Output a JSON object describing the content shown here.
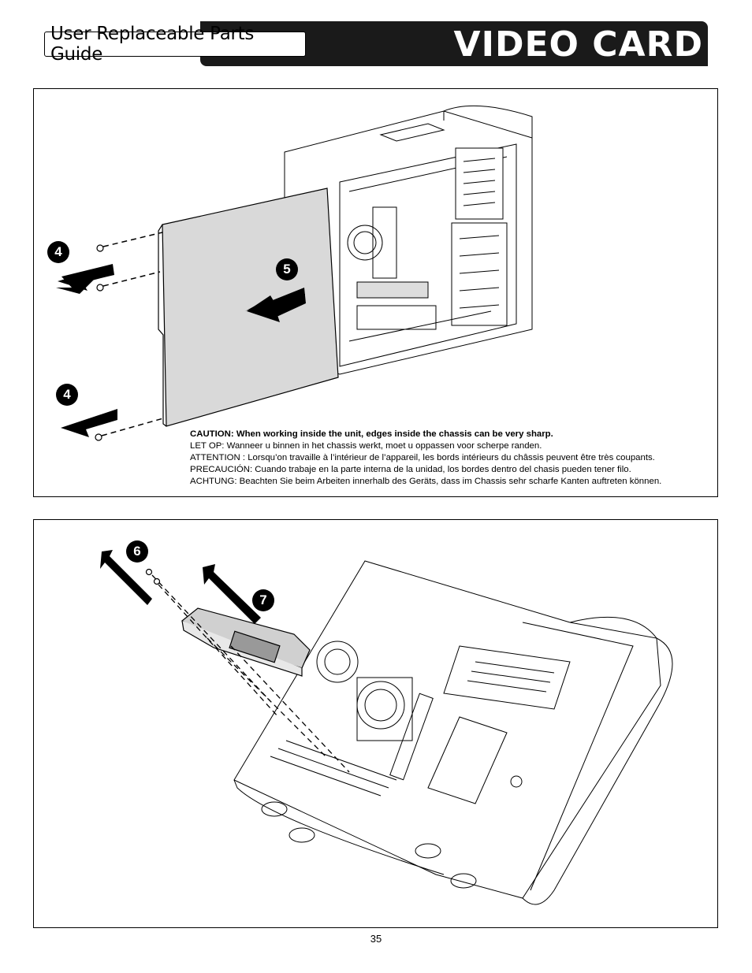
{
  "header": {
    "guide_title": "User Replaceable Parts Guide",
    "section_title": "VIDEO CARD"
  },
  "panel1": {
    "callouts": [
      "4",
      "5",
      "4"
    ],
    "caution": {
      "en": "CAUTION: When working inside the unit, edges inside the chassis can be very sharp.",
      "nl": "LET OP: Wanneer u binnen in het chassis werkt, moet u oppassen voor scherpe randen.",
      "fr": "ATTENTION : Lorsqu’on travaille à l’intérieur de l’appareil, les bords intérieurs du châssis peuvent être très coupants.",
      "es": "PRECAUCIÓN: Cuando trabaje en la parte interna de la unidad, los bordes dentro del chasis pueden tener filo.",
      "de": "ACHTUNG: Beachten Sie beim Arbeiten innerhalb des Geräts, dass im Chassis sehr scharfe Kanten auftreten können."
    }
  },
  "panel2": {
    "callouts": [
      "6",
      "7"
    ]
  },
  "footer": {
    "page_number": "35"
  },
  "colors": {
    "header_bar": "#1a1a1a",
    "callout_fill": "#000000",
    "line_art": "#000000",
    "panel_fill": "#d9d9d9"
  }
}
